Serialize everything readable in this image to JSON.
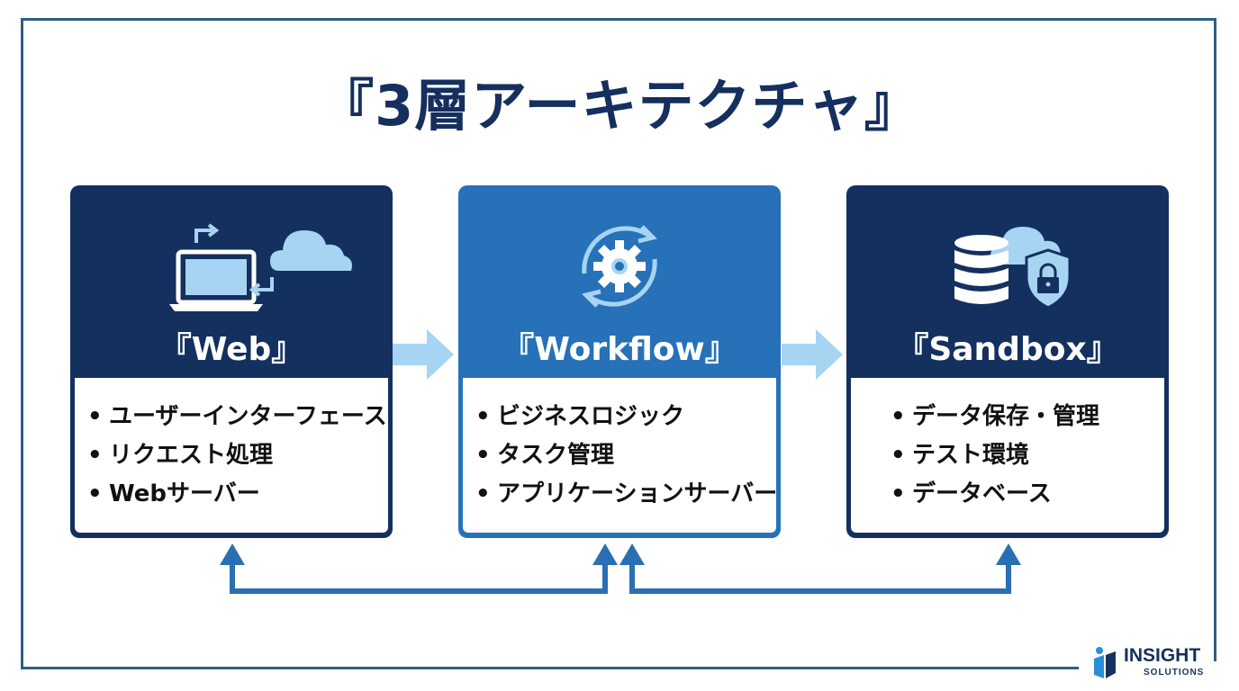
{
  "title": "『3層アーキテクチャ』",
  "colors": {
    "navy": "#14305f",
    "blue": "#2671b8",
    "light_blue": "#a6d4f2",
    "connector": "#2a6fb3"
  },
  "cards": [
    {
      "title": "『Web』",
      "icon": "laptop-cloud-icon",
      "items": [
        "ユーザーインターフェース",
        "リクエスト処理",
        "Webサーバー"
      ]
    },
    {
      "title": "『Workflow』",
      "icon": "gear-cycle-icon",
      "items": [
        "ビジネスロジック",
        "タスク管理",
        "アプリケーションサーバー"
      ]
    },
    {
      "title": "『Sandbox』",
      "icon": "database-cloud-lock-icon",
      "items": [
        "データ保存・管理",
        "テスト環境",
        "データベース"
      ]
    }
  ],
  "bullet": "•",
  "logo": {
    "name": "INSIGHT",
    "sub": "SOLUTIONS"
  }
}
